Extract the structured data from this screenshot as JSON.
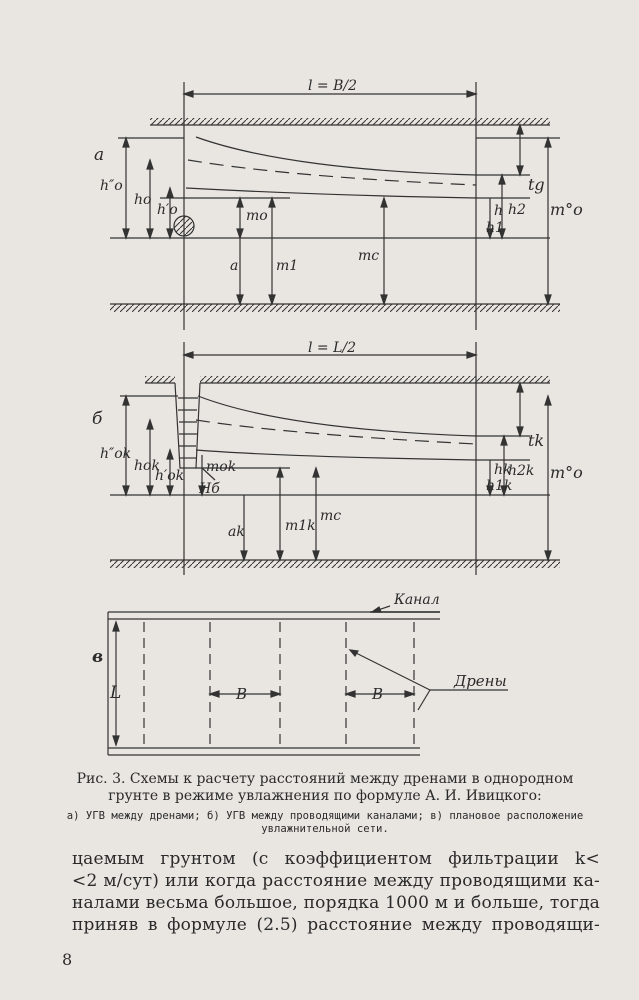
{
  "figure": {
    "panel_a": {
      "label": "а",
      "dim_top": "l = B/2",
      "h0pp": "h″o",
      "h0": "ho",
      "h0p": "h′o",
      "m0": "mo",
      "a": "a",
      "m1": "m1",
      "mc": "mc",
      "tg": "tg",
      "h2": "h2",
      "h": "h",
      "h1": "h1",
      "m0e": "m°o"
    },
    "panel_b": {
      "label": "б",
      "dim_top": "l = L/2",
      "h0pp": "h″ok",
      "h0": "hok",
      "h0p": "h′ok",
      "m0": "mok",
      "Hb": "Hб",
      "a": "ak",
      "m1": "m1k",
      "mc": "mc",
      "tk": "tk",
      "h2": "h2k",
      "h": "hk",
      "h1": "h1k",
      "m0e": "m°o"
    },
    "panel_c": {
      "label": "в",
      "canal": "Канал",
      "L": "L",
      "B1": "B",
      "B2": "B",
      "drains": "Дрены"
    }
  },
  "caption": {
    "main": "Рис. 3. Схемы к расчету расстояний между дренами в однородном грунте в режиме увлажнения по формуле А. И. Ивицкого:",
    "sub": "а) УГВ между дренами; б) УГВ между проводящими каналами; в) плановое расположение увлажнительной сети."
  },
  "body_lines": [
    "цаемым грунтом (с коэффициентом фильтрации k<",
    "<2 м/сут) или когда расстояние между проводящими ка-",
    "налами весьма большое, порядка 1000 м и больше, тогда",
    "приняв в формуле (2.5) расстояние между проводящи-"
  ],
  "page_number": "8"
}
